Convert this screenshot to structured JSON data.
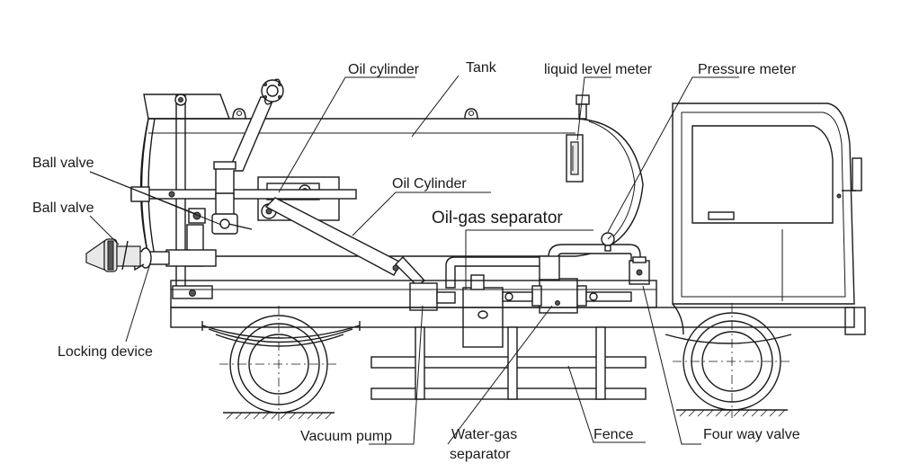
{
  "labels": {
    "oil_cylinder_top": "Oil cylinder",
    "tank": "Tank",
    "liquid_level_meter": "liquid level meter",
    "pressure_meter": "Pressure meter",
    "ball_valve_upper": "Ball valve",
    "ball_valve_lower": "Ball valve",
    "oil_cylinder_mid": "Oil Cylinder",
    "oil_gas_separator": "Oil-gas separator",
    "locking_device": "Locking device",
    "vacuum_pump": "Vacuum pump",
    "water_gas_separator_line1": "Water-gas",
    "water_gas_separator_line2": "separator",
    "fence": "Fence",
    "four_way_valve": "Four way valve"
  }
}
